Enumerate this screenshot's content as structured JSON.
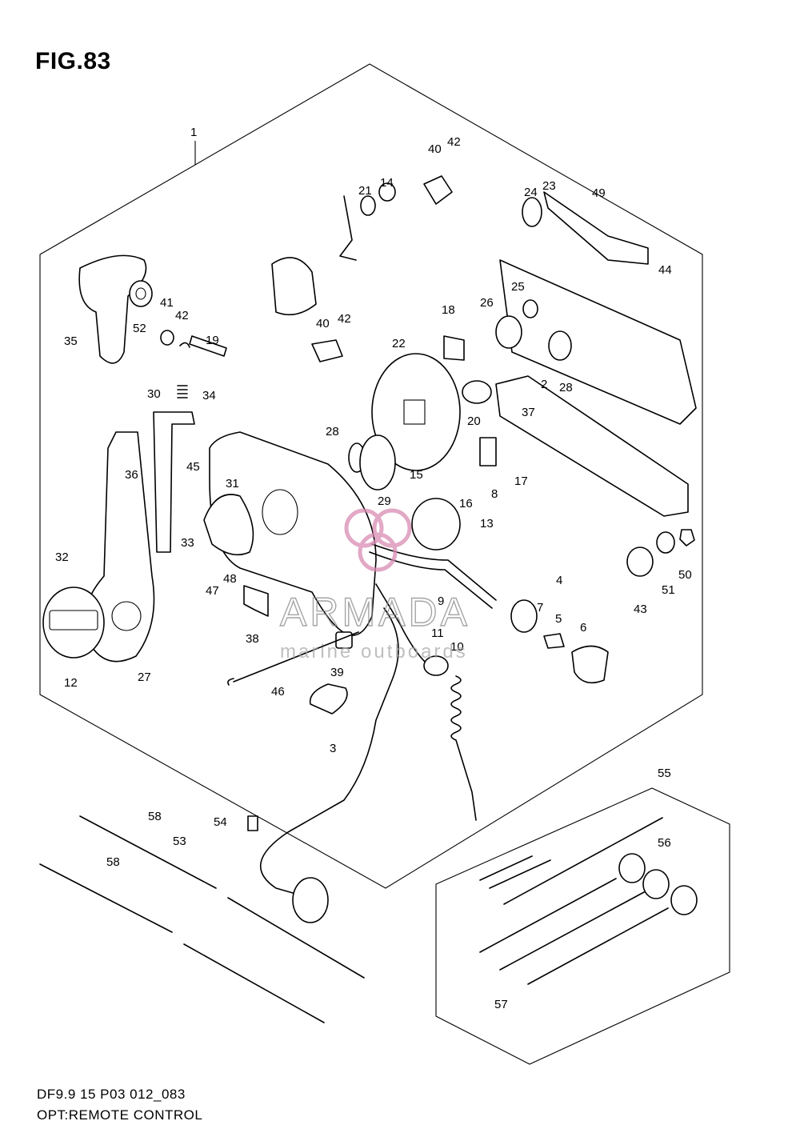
{
  "figure": {
    "title": "FIG.83",
    "code": "DF9.9 15 P03 012_083",
    "caption": "OPT:REMOTE CONTROL"
  },
  "watermark": {
    "brand": "ARMADA",
    "tagline": "marine outboards",
    "color": "#d98bb3"
  },
  "callouts": [
    "1",
    "2",
    "3",
    "4",
    "5",
    "6",
    "7",
    "8",
    "9",
    "10",
    "11",
    "12",
    "13",
    "14",
    "15",
    "16",
    "17",
    "18",
    "19",
    "20",
    "21",
    "22",
    "23",
    "24",
    "25",
    "26",
    "27",
    "28",
    "28",
    "29",
    "30",
    "31",
    "32",
    "33",
    "34",
    "35",
    "36",
    "37",
    "38",
    "39",
    "40",
    "40",
    "41",
    "42",
    "42",
    "42",
    "43",
    "44",
    "45",
    "46",
    "47",
    "48",
    "49",
    "50",
    "51",
    "52",
    "53",
    "54",
    "55",
    "56",
    "57",
    "58",
    "58"
  ]
}
